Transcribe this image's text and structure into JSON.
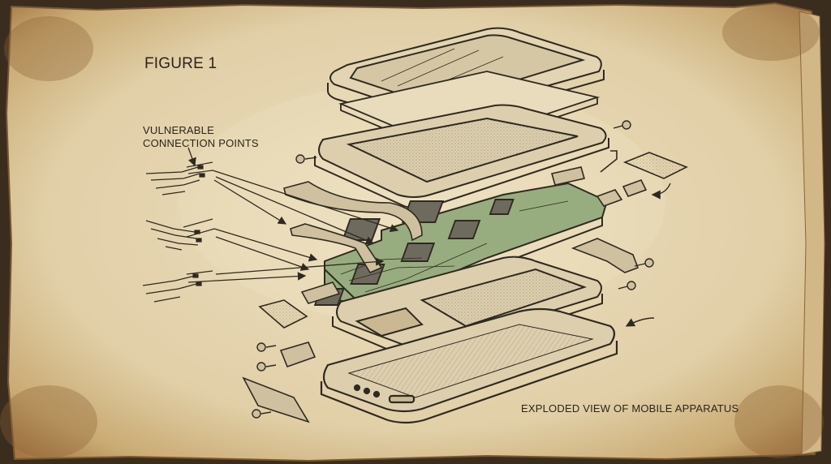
{
  "figure": {
    "title": "FIGURE 1",
    "callout_label_line1": "VULNERABLE",
    "callout_label_line2": "CONNECTION POINTS",
    "caption": "EXPLODED VIEW OF MOBILE APPARATUS"
  },
  "colors": {
    "paper": "#e6d6b3",
    "paper_stain": "#a57a44",
    "ink": "#2f2a20",
    "pcb": "#98ad7f",
    "chip": "#6e6a5e",
    "screen": "#d9ccac"
  },
  "icons": [
    "screw-icon",
    "arrow-icon",
    "chip-icon",
    "connector-icon"
  ]
}
